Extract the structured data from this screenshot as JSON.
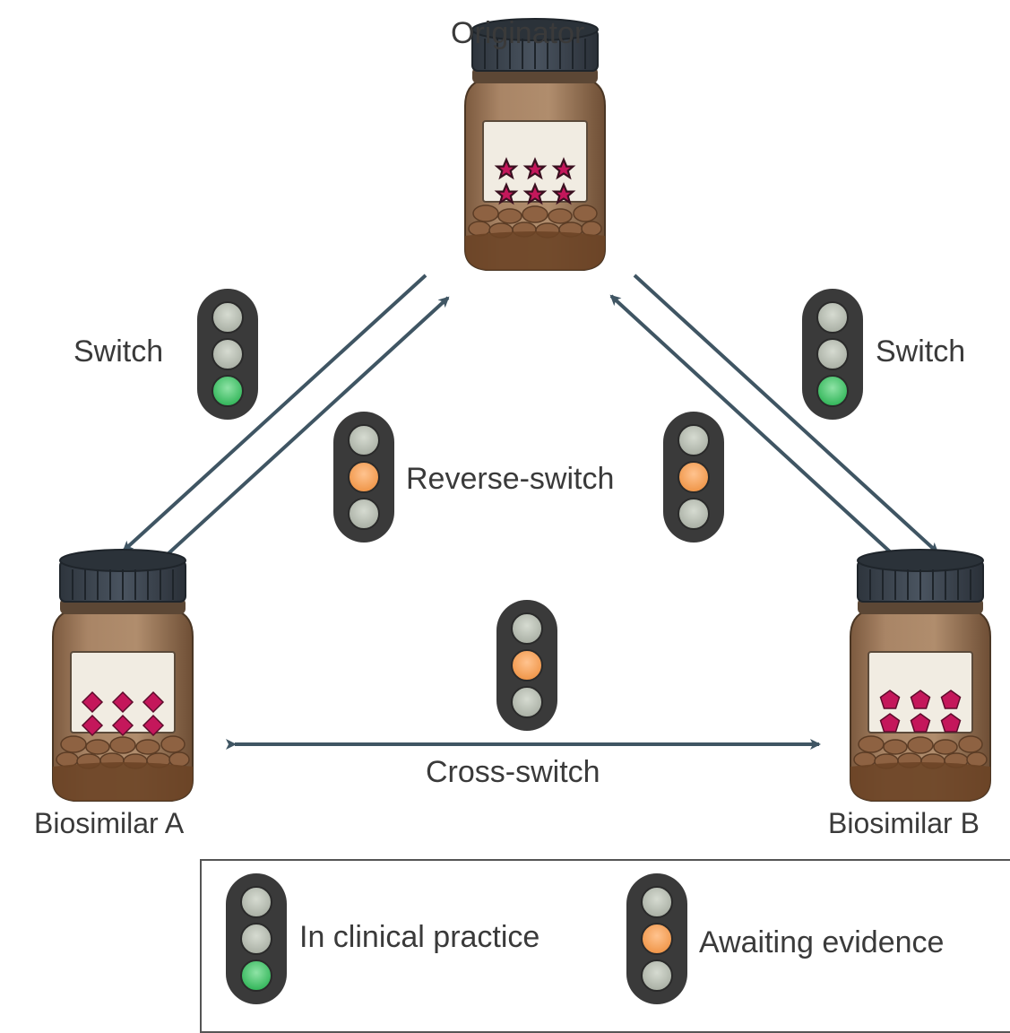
{
  "nodes": {
    "originator": "Originator",
    "biosimilar_a": "Biosimilar A",
    "biosimilar_b": "Biosimilar B"
  },
  "edges": {
    "switch_left": "Switch",
    "switch_right": "Switch",
    "reverse_switch": "Reverse-switch",
    "cross_switch": "Cross-switch"
  },
  "legend": {
    "in_clinical_practice": "In clinical practice",
    "awaiting_evidence": "Awaiting evidence"
  },
  "colors": {
    "green_light": "#4cc66f",
    "orange_light": "#f2a35c",
    "off_light": "#b9bfb3",
    "jar_body": "#9b7758",
    "jar_lid": "#3c4550",
    "arrow": "#3f5563",
    "magenta_symbol": "#c4175b"
  }
}
